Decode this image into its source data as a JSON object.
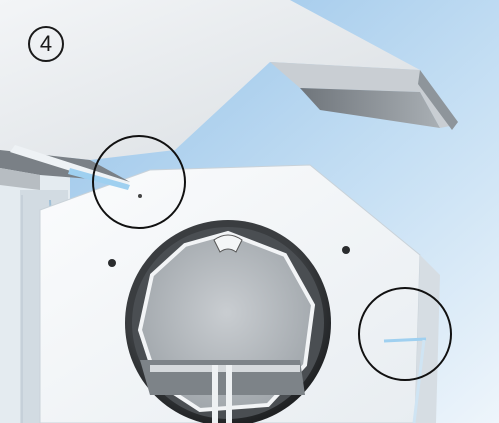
{
  "step": {
    "number": "4"
  },
  "colors": {
    "sky_top": "#a9cdeb",
    "sky_bottom": "#e6f1fa",
    "panel": "#f5f7f9",
    "panel_shade": "#dfe5ea",
    "roof_light": "#eef1f3",
    "roof_dark": "#8a9096",
    "roof_mid": "#c4c9ce",
    "ring_dark": "#2d2f31",
    "ring_inner": "#b7bcc0",
    "callout_stroke": "#111111",
    "accent_blue": "#9fd0f0"
  },
  "icons": {
    "roof": "roof-flashing-illustration",
    "housing": "housing-panel-illustration",
    "opening": "round-duct-opening-illustration"
  }
}
